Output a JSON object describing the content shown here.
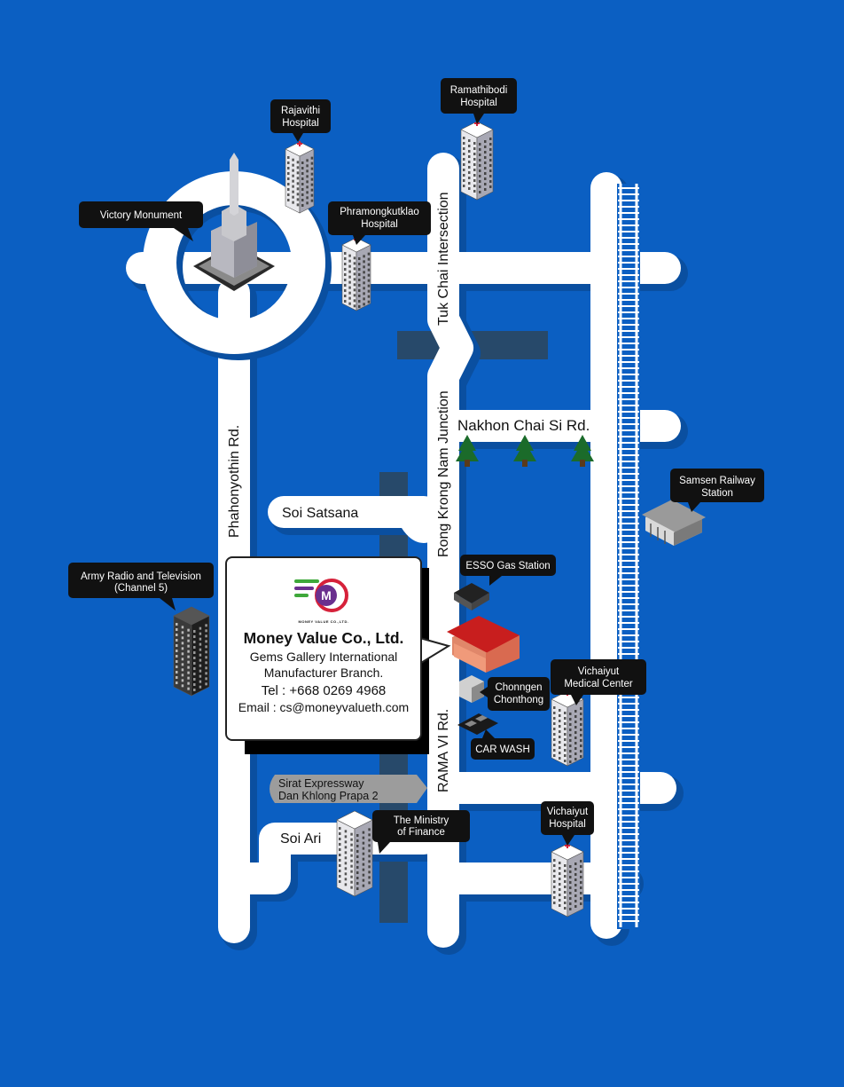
{
  "roads": {
    "phahonyothin": "Phahonyothin Rd.",
    "tuk_chai": "Tuk Chai Intersection",
    "rong_krong": "Rong Krong Nam Junction",
    "nakhon_chai_si": "Nakhon Chai Si Rd.",
    "soi_satsana": "Soi Satsana",
    "rama_vi": "RAMA VI Rd.",
    "sirat_expressway": "Sirat Expressway",
    "dan_khlong": "Dan Khlong Prapa  2",
    "soi_ari": "Soi Ari"
  },
  "landmarks": {
    "rajavithi": [
      "Rajavithi",
      "Hospital"
    ],
    "ramathibodi": [
      "Ramathibodi",
      "Hospital"
    ],
    "victory": [
      "Victory Monument"
    ],
    "phramongkutklao": [
      "Phramongkutklao",
      "Hospital"
    ],
    "samsen": [
      "Samsen Railway",
      "Station"
    ],
    "army_radio": [
      "Army Radio and Television",
      "(Channel 5)"
    ],
    "esso": [
      "ESSO Gas Station"
    ],
    "vichaiyut_medical": [
      "Vichaiyut",
      "Medical Center"
    ],
    "chonngen": [
      "Chonngen",
      "Chonthong"
    ],
    "car_wash": [
      "CAR WASH"
    ],
    "ministry": [
      "The Ministry",
      "of Finance"
    ],
    "vichaiyut_hospital": [
      "Vichaiyut",
      "Hospital"
    ]
  },
  "company": {
    "brand_small": "MONEY VALUE CO.,LTD.",
    "name": "Money Value Co., Ltd.",
    "line1": "Gems Gallery International",
    "line2": "Manufacturer Branch.",
    "tel": "Tel : +668 0269 4968",
    "email": "Email : cs@moneyvalueth.com"
  },
  "colors": {
    "background": "#0b5fc2",
    "road": "#ffffff",
    "callout": "#111111",
    "expressway": "#27496a",
    "logo_green": "#3ea83a",
    "logo_purple": "#6a2f8e",
    "logo_red": "#d6213a"
  }
}
